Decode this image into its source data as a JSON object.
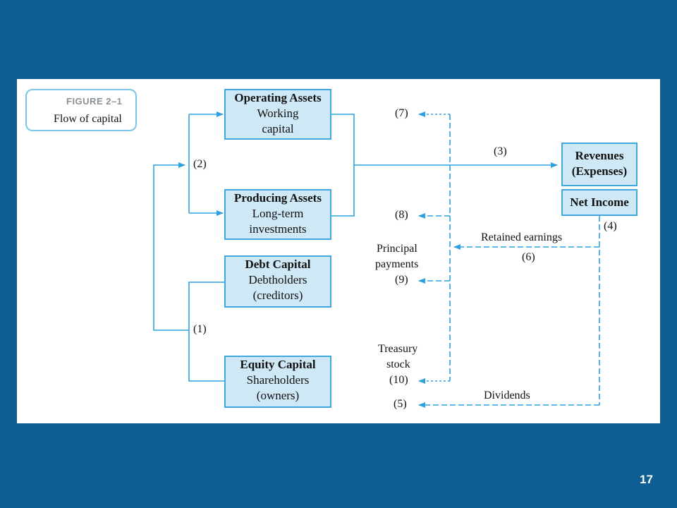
{
  "figure": {
    "label": "FIGURE 2–1",
    "title": "Flow of capital"
  },
  "boxes": {
    "operating": {
      "title": "Operating Assets",
      "line1": "Working",
      "line2": "capital"
    },
    "producing": {
      "title": "Producing Assets",
      "line1": "Long-term",
      "line2": "investments"
    },
    "debt": {
      "title": "Debt Capital",
      "line1": "Debtholders",
      "line2": "(creditors)"
    },
    "equity": {
      "title": "Equity Capital",
      "line1": "Shareholders",
      "line2": "(owners)"
    },
    "revenues": {
      "title": "Revenues",
      "line1": "(Expenses)"
    },
    "net_income": {
      "title": "Net Income"
    }
  },
  "flow_labels": {
    "n1": "(1)",
    "n2": "(2)",
    "n3": "(3)",
    "n4": "(4)",
    "n5": "(5)",
    "n6": "(6)",
    "n7": "(7)",
    "n8": "(8)",
    "n9": "(9)",
    "n10": "(10)",
    "retained_earnings": "Retained earnings",
    "dividends": "Dividends",
    "principal_payments_1": "Principal",
    "principal_payments_2": "payments",
    "treasury_stock_1": "Treasury",
    "treasury_stock_2": "stock"
  },
  "colors": {
    "background": "#0e5e93",
    "box_fill": "#cfe8f6",
    "box_border": "#3fa8de",
    "arrow": "#2ea3e0"
  },
  "slide_number": "17"
}
